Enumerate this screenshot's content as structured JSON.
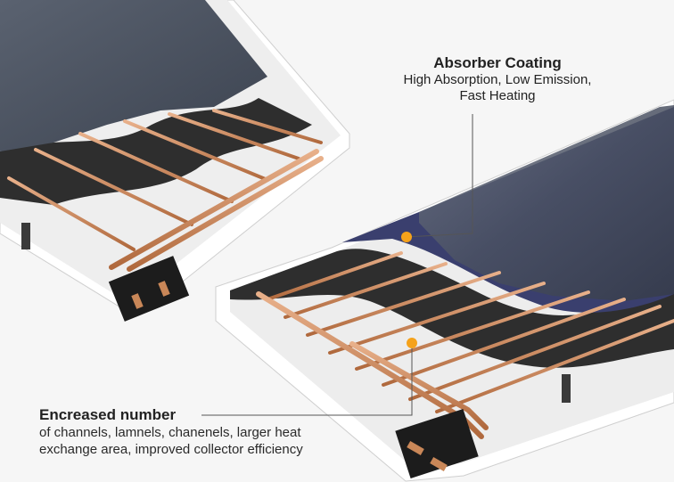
{
  "callouts": {
    "absorber": {
      "title": "Absorber Coating",
      "line1": "High Absorption, Low Emission,",
      "line2": "Fast Heating"
    },
    "channels": {
      "title": "Encreased number",
      "line1": "of channels, lamnels, chanenels, larger heat",
      "line2": "exchange area, improved collector efficiency"
    }
  },
  "colors": {
    "accent_dot": "#f5a21b",
    "copper": "#c98758",
    "absorber_coating": "#3a3f6e",
    "insulation": "#2e2e2e",
    "frame": "#ffffff",
    "glass": "#4d5765"
  }
}
